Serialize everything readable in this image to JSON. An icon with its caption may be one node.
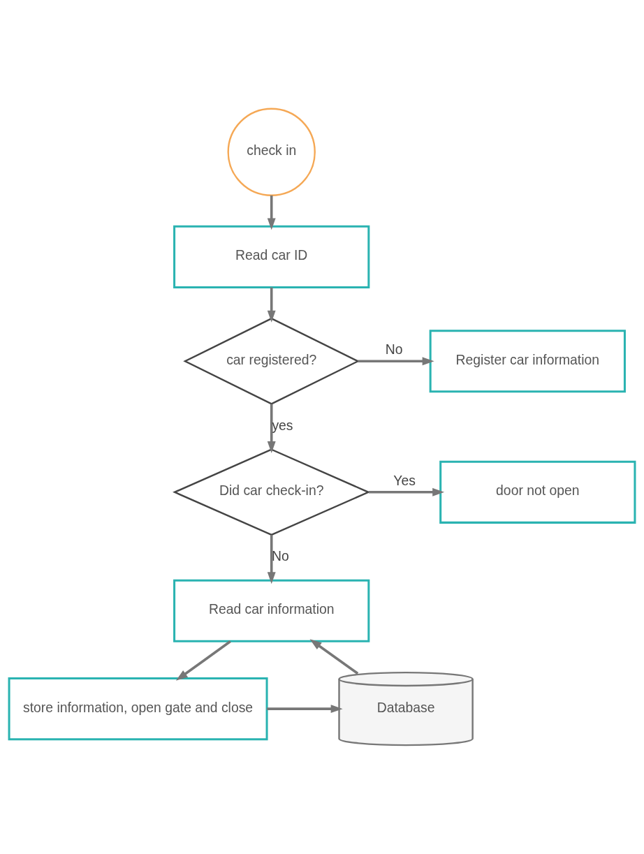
{
  "diagram": {
    "nodes": [
      {
        "text": [
          "check in"
        ]
      },
      {
        "text": [
          "Read car ID"
        ]
      },
      {
        "text": [
          "car registered?"
        ]
      },
      {
        "text": [
          "Register car information"
        ]
      },
      {
        "text": [
          "Did car check-in?"
        ]
      },
      {
        "text": [
          "door not open"
        ]
      },
      {
        "text": [
          "Read car information"
        ]
      },
      {
        "text": [
          "store information, open gate and close"
        ]
      },
      {
        "text": [
          "Database"
        ]
      }
    ],
    "edges": [
      {
        "from": 0,
        "to": 1,
        "arrow": "to"
      },
      {
        "from": 1,
        "to": 2,
        "arrow": "to"
      },
      {
        "from": 2,
        "to": 3,
        "arrow": "to",
        "label": "No"
      },
      {
        "from": 2,
        "to": 4,
        "arrow": "to",
        "label": "yes"
      },
      {
        "from": 4,
        "to": 5,
        "arrow": "to",
        "label": "Yes"
      },
      {
        "from": 4,
        "to": 6,
        "arrow": "to",
        "label": "No"
      },
      {
        "from": 6,
        "to": 7,
        "arrow": "to"
      },
      {
        "from": 7,
        "to": 8,
        "arrow": "to"
      },
      {
        "from": 8,
        "to": 6,
        "arrow": "to"
      }
    ]
  }
}
